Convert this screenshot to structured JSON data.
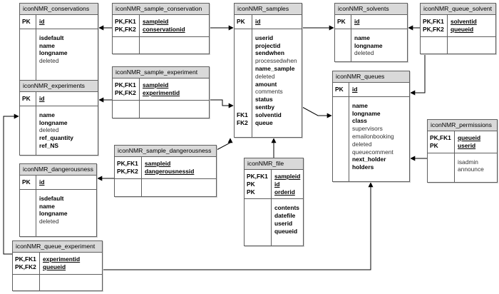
{
  "diagram": {
    "colors": {
      "border": "#5f5f5f",
      "header": "#d9d9d9",
      "line": "#000000"
    },
    "entities": [
      {
        "id": "conservations",
        "title": "iconNMR_conservations",
        "pk": [
          {
            "key": "PK",
            "name": "id"
          }
        ],
        "fields": [
          {
            "name": "isdefault",
            "bold": true
          },
          {
            "name": "name",
            "bold": true
          },
          {
            "name": "longname",
            "bold": true
          },
          {
            "name": "deleted",
            "bold": false
          }
        ]
      },
      {
        "id": "sample_conservation",
        "title": "iconNMR_sample_conservation",
        "pk": [
          {
            "key": "PK,FK1",
            "name": "sampleid"
          },
          {
            "key": "PK,FK2",
            "name": "conservationid"
          }
        ],
        "fields": []
      },
      {
        "id": "samples",
        "title": "iconNMR_samples",
        "pk": [
          {
            "key": "PK",
            "name": "id"
          }
        ],
        "fields": [
          {
            "name": "userid",
            "bold": true
          },
          {
            "name": "projectid",
            "bold": true
          },
          {
            "name": "sendwhen",
            "bold": true
          },
          {
            "name": "processedwhen",
            "bold": false
          },
          {
            "name": "name_sample",
            "bold": true
          },
          {
            "name": "deleted",
            "bold": false
          },
          {
            "name": "amount",
            "bold": true
          },
          {
            "name": "comments",
            "bold": false
          },
          {
            "name": "status",
            "bold": true
          },
          {
            "name": "sentby",
            "bold": true
          },
          {
            "name": "solventid",
            "bold": true,
            "key": "FK1"
          },
          {
            "name": "queue",
            "bold": true,
            "key": "FK2"
          }
        ]
      },
      {
        "id": "solvents",
        "title": "iconNMR_solvents",
        "pk": [
          {
            "key": "PK",
            "name": "id"
          }
        ],
        "fields": [
          {
            "name": "name",
            "bold": true
          },
          {
            "name": "longname",
            "bold": true
          },
          {
            "name": "deleted",
            "bold": false
          }
        ]
      },
      {
        "id": "queue_solvent",
        "title": "iconNMR_queue_solvent",
        "pk": [
          {
            "key": "PK,FK1",
            "name": "solventid"
          },
          {
            "key": "PK,FK2",
            "name": "queueid"
          }
        ],
        "fields": []
      },
      {
        "id": "experiments",
        "title": "iconNMR_experiments",
        "pk": [
          {
            "key": "PK",
            "name": "id"
          }
        ],
        "fields": [
          {
            "name": "name",
            "bold": true
          },
          {
            "name": "longname",
            "bold": true
          },
          {
            "name": "deleted",
            "bold": false
          },
          {
            "name": "ref_quantity",
            "bold": true
          },
          {
            "name": "ref_NS",
            "bold": true
          }
        ]
      },
      {
        "id": "sample_experiment",
        "title": "iconNMR_sample_experiment",
        "pk": [
          {
            "key": "PK,FK1",
            "name": "sampleid"
          },
          {
            "key": "PK,FK2",
            "name": "experimentid"
          }
        ],
        "fields": []
      },
      {
        "id": "queues",
        "title": "iconNMR_queues",
        "pk": [
          {
            "key": "PK",
            "name": "id"
          }
        ],
        "fields": [
          {
            "name": "name",
            "bold": true
          },
          {
            "name": "longname",
            "bold": true
          },
          {
            "name": "class",
            "bold": true
          },
          {
            "name": "supervisors",
            "bold": false
          },
          {
            "name": "emailonbooking",
            "bold": false
          },
          {
            "name": "deleted",
            "bold": false
          },
          {
            "name": "queuecomment",
            "bold": false
          },
          {
            "name": "next_holder",
            "bold": true
          },
          {
            "name": "holders",
            "bold": true
          }
        ]
      },
      {
        "id": "permissions",
        "title": "iconNMR_permissions",
        "pk": [
          {
            "key": "PK,FK1",
            "name": "queueid"
          },
          {
            "key": "PK",
            "name": "userid"
          }
        ],
        "fields": [
          {
            "name": "isadmin",
            "bold": false
          },
          {
            "name": "announce",
            "bold": false
          }
        ]
      },
      {
        "id": "sample_dangerousness",
        "title": "iconNMR_sample_dangerousness",
        "pk": [
          {
            "key": "PK,FK1",
            "name": "sampleid"
          },
          {
            "key": "PK,FK2",
            "name": "dangerousnessid"
          }
        ],
        "fields": []
      },
      {
        "id": "file",
        "title": "iconNMR_file",
        "pk": [
          {
            "key": "PK,FK1",
            "name": "sampleid"
          },
          {
            "key": "PK",
            "name": "id"
          },
          {
            "key": "PK",
            "name": "orderid"
          }
        ],
        "fields": [
          {
            "name": "contents",
            "bold": true
          },
          {
            "name": "datefile",
            "bold": true
          },
          {
            "name": "userid",
            "bold": true
          },
          {
            "name": "queueid",
            "bold": true
          }
        ]
      },
      {
        "id": "dangerousness",
        "title": "iconNMR_dangerousness",
        "pk": [
          {
            "key": "PK",
            "name": "id"
          }
        ],
        "fields": [
          {
            "name": "isdefault",
            "bold": true
          },
          {
            "name": "name",
            "bold": true
          },
          {
            "name": "longname",
            "bold": true
          },
          {
            "name": "deleted",
            "bold": false
          }
        ]
      },
      {
        "id": "queue_experiment",
        "title": "iconNMR_queue_experiment",
        "pk": [
          {
            "key": "PK,FK1",
            "name": "experimentid"
          },
          {
            "key": "PK,FK2",
            "name": "queueid"
          }
        ],
        "fields": []
      }
    ]
  }
}
